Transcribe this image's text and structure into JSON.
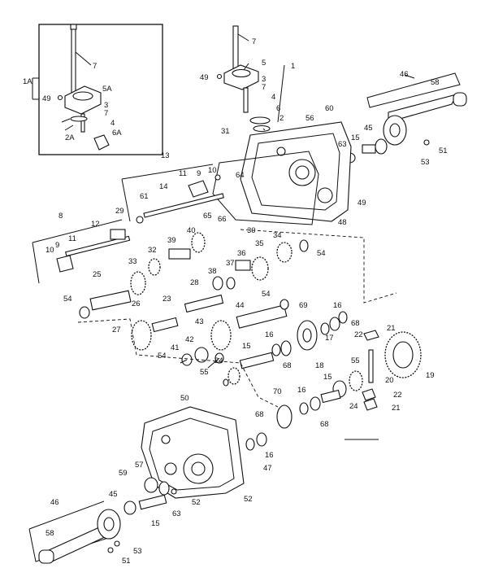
{
  "labels": [
    {
      "id": "1A",
      "text": "1A"
    },
    {
      "id": "7-inset",
      "text": "7"
    },
    {
      "id": "49-inset",
      "text": "49"
    },
    {
      "id": "5A",
      "text": "5A"
    },
    {
      "id": "3-inset",
      "text": "3"
    },
    {
      "id": "7b-inset",
      "text": "7"
    },
    {
      "id": "4-inset",
      "text": "4"
    },
    {
      "id": "2A",
      "text": "2A"
    },
    {
      "id": "6A",
      "text": "6A"
    },
    {
      "id": "7-top",
      "text": "7"
    },
    {
      "id": "49-top",
      "text": "49"
    },
    {
      "id": "5-top",
      "text": "5"
    },
    {
      "id": "1",
      "text": "1"
    },
    {
      "id": "3-top",
      "text": "3"
    },
    {
      "id": "7b-top",
      "text": "7"
    },
    {
      "id": "4-top",
      "text": "4"
    },
    {
      "id": "6-top",
      "text": "6"
    },
    {
      "id": "2-top",
      "text": "2"
    },
    {
      "id": "31",
      "text": "31"
    },
    {
      "id": "46-top",
      "text": "46"
    },
    {
      "id": "58-top",
      "text": "58"
    },
    {
      "id": "60",
      "text": "60"
    },
    {
      "id": "56",
      "text": "56"
    },
    {
      "id": "45-top",
      "text": "45"
    },
    {
      "id": "15-top",
      "text": "15"
    },
    {
      "id": "63-top",
      "text": "63"
    },
    {
      "id": "51-top",
      "text": "51"
    },
    {
      "id": "53-top",
      "text": "53"
    },
    {
      "id": "13",
      "text": "13"
    },
    {
      "id": "9-a",
      "text": "9"
    },
    {
      "id": "10-a",
      "text": "10"
    },
    {
      "id": "11-a",
      "text": "11"
    },
    {
      "id": "14",
      "text": "14"
    },
    {
      "id": "64",
      "text": "64"
    },
    {
      "id": "61",
      "text": "61"
    },
    {
      "id": "29",
      "text": "29"
    },
    {
      "id": "65",
      "text": "65"
    },
    {
      "id": "66",
      "text": "66"
    },
    {
      "id": "30",
      "text": "30"
    },
    {
      "id": "49-mid",
      "text": "49"
    },
    {
      "id": "48",
      "text": "48"
    },
    {
      "id": "8",
      "text": "8"
    },
    {
      "id": "12",
      "text": "12"
    },
    {
      "id": "11-b",
      "text": "11"
    },
    {
      "id": "10-b",
      "text": "10"
    },
    {
      "id": "9-b",
      "text": "9"
    },
    {
      "id": "40",
      "text": "40"
    },
    {
      "id": "39",
      "text": "39"
    },
    {
      "id": "32",
      "text": "32"
    },
    {
      "id": "36",
      "text": "36"
    },
    {
      "id": "35",
      "text": "35"
    },
    {
      "id": "34",
      "text": "34"
    },
    {
      "id": "54-a",
      "text": "54"
    },
    {
      "id": "33",
      "text": "33"
    },
    {
      "id": "37",
      "text": "37"
    },
    {
      "id": "38",
      "text": "38"
    },
    {
      "id": "25",
      "text": "25"
    },
    {
      "id": "26",
      "text": "26"
    },
    {
      "id": "28",
      "text": "28"
    },
    {
      "id": "54-b",
      "text": "54"
    },
    {
      "id": "54-c",
      "text": "54"
    },
    {
      "id": "23",
      "text": "23"
    },
    {
      "id": "44",
      "text": "44"
    },
    {
      "id": "69",
      "text": "69"
    },
    {
      "id": "16-a",
      "text": "16"
    },
    {
      "id": "27",
      "text": "27"
    },
    {
      "id": "43",
      "text": "43"
    },
    {
      "id": "68-a",
      "text": "68"
    },
    {
      "id": "21-a",
      "text": "21"
    },
    {
      "id": "22-a",
      "text": "22"
    },
    {
      "id": "42",
      "text": "42"
    },
    {
      "id": "41",
      "text": "41"
    },
    {
      "id": "16-b",
      "text": "16"
    },
    {
      "id": "17",
      "text": "17"
    },
    {
      "id": "15-mid",
      "text": "15"
    },
    {
      "id": "54-d",
      "text": "54"
    },
    {
      "id": "24-a",
      "text": "24"
    },
    {
      "id": "68-b",
      "text": "68"
    },
    {
      "id": "18",
      "text": "18"
    },
    {
      "id": "20",
      "text": "20"
    },
    {
      "id": "19",
      "text": "19"
    },
    {
      "id": "55-a",
      "text": "55"
    },
    {
      "id": "55-b",
      "text": "55"
    },
    {
      "id": "15-low",
      "text": "15"
    },
    {
      "id": "70",
      "text": "70"
    },
    {
      "id": "16-c",
      "text": "16"
    },
    {
      "id": "24-b",
      "text": "24"
    },
    {
      "id": "22-b",
      "text": "22"
    },
    {
      "id": "21-b",
      "text": "21"
    },
    {
      "id": "68-c",
      "text": "68"
    },
    {
      "id": "50",
      "text": "50"
    },
    {
      "id": "68-d",
      "text": "68"
    },
    {
      "id": "16-d",
      "text": "16"
    },
    {
      "id": "47",
      "text": "47"
    },
    {
      "id": "59",
      "text": "59"
    },
    {
      "id": "57",
      "text": "57"
    },
    {
      "id": "52-a",
      "text": "52"
    },
    {
      "id": "52-b",
      "text": "52"
    },
    {
      "id": "63-low",
      "text": "63"
    },
    {
      "id": "45-low",
      "text": "45"
    },
    {
      "id": "46-low",
      "text": "46"
    },
    {
      "id": "15-bot",
      "text": "15"
    },
    {
      "id": "58-low",
      "text": "58"
    },
    {
      "id": "53-low",
      "text": "53"
    },
    {
      "id": "51-low",
      "text": "51"
    }
  ]
}
